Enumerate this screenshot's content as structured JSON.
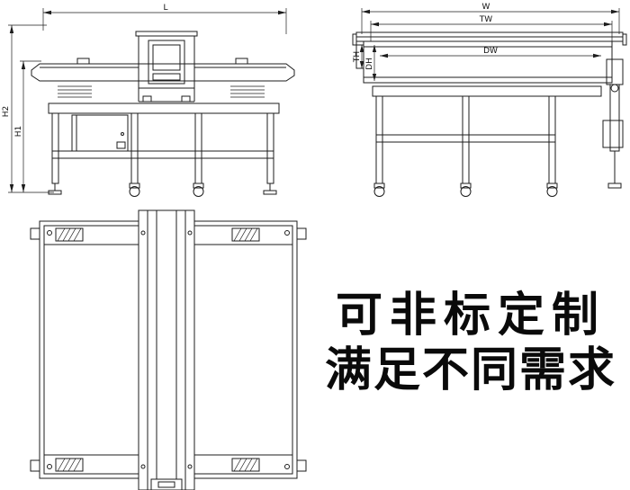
{
  "dims": {
    "front": {
      "L": "L",
      "H2": "H2",
      "H1": "H1"
    },
    "side": {
      "W": "W",
      "TW": "TW",
      "DW": "DW",
      "TH": "TH",
      "DH": "DH"
    }
  },
  "slogan": {
    "line1": "可非标定制",
    "line2": "满足不同需求"
  },
  "colors": {
    "line": "#1c1c1c",
    "background": "#ffffff",
    "text": "#0a0a0a"
  }
}
